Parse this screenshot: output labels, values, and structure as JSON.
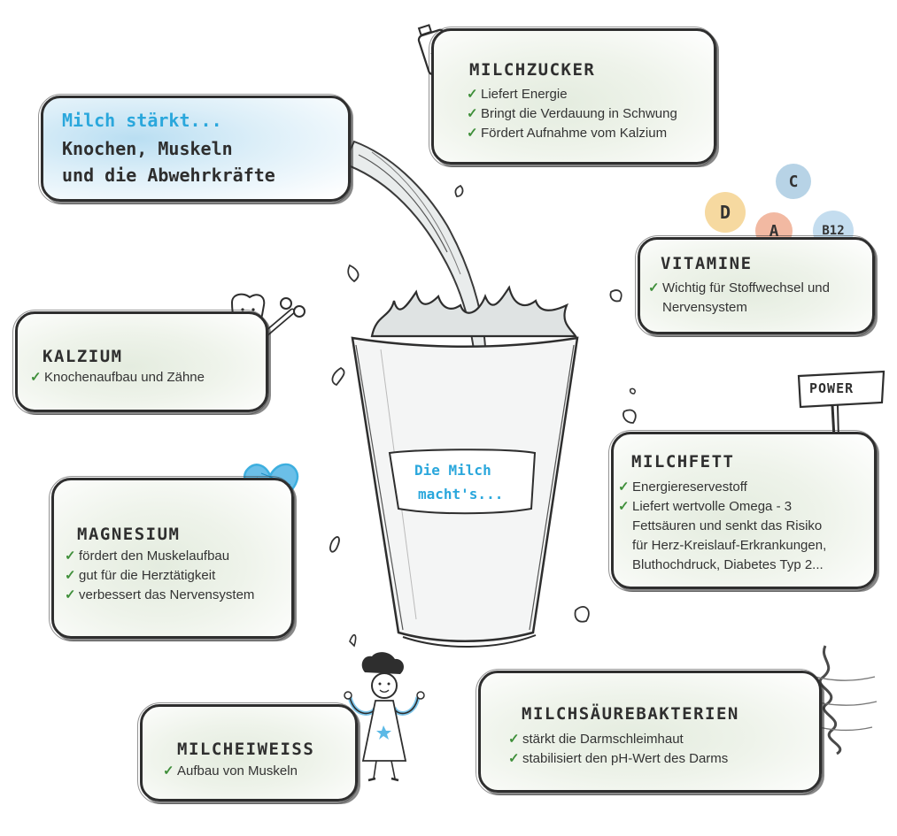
{
  "headline": {
    "line1": "Milch stärkt...",
    "line2": "Knochen, Muskeln",
    "line3": "und die Abwehrkräfte"
  },
  "cup_label": {
    "line1": "Die Milch",
    "line2": "macht's..."
  },
  "milchzucker": {
    "title": "MILCHZUCKER",
    "items": [
      "Liefert Energie",
      "Bringt die Verdauung in Schwung",
      "Fördert Aufnahme vom Kalzium"
    ]
  },
  "vitamine": {
    "title": "VITAMINE",
    "line1": "Wichtig für Stoffwechsel und",
    "line2": "Nervensystem",
    "bubbles": [
      "D",
      "A",
      "C",
      "B12"
    ]
  },
  "kalzium": {
    "title": "KALZIUM",
    "items": [
      "Knochenaufbau und Zähne"
    ]
  },
  "milchfett": {
    "title": "MILCHFETT",
    "sign": "POWER",
    "item1": "Energiereservestoff",
    "item2_lines": [
      "Liefert wertvolle Omega - 3",
      "Fettsäuren und senkt das Risiko",
      "für Herz-Kreislauf-Erkrankungen,",
      "Bluthochdruck, Diabetes Typ 2..."
    ]
  },
  "magnesium": {
    "title": "MAGNESIUM",
    "items": [
      "fördert den Muskelaufbau",
      "gut für die Herztätigkeit",
      "verbessert das Nervensystem"
    ]
  },
  "milcheiweiss": {
    "title": "MILCHEIWEISS",
    "items": [
      "Aufbau von Muskeln"
    ]
  },
  "milchsaeure": {
    "title": "MILCHSÄUREBAKTERIEN",
    "items": [
      "stärkt die Darmschleimhaut",
      "stabilisiert den pH-Wert des Darms"
    ]
  },
  "check_mark": "✓",
  "colors": {
    "accent_blue": "#2aa7dc",
    "check_green": "#3f8f3a",
    "ink": "#2e2e2e",
    "vitamin_d": "#f6d9a0",
    "vitamin_a": "#f2b9a2",
    "vitamin_c": "#b7d3e6",
    "vitamin_b12": "#c4ddef"
  }
}
